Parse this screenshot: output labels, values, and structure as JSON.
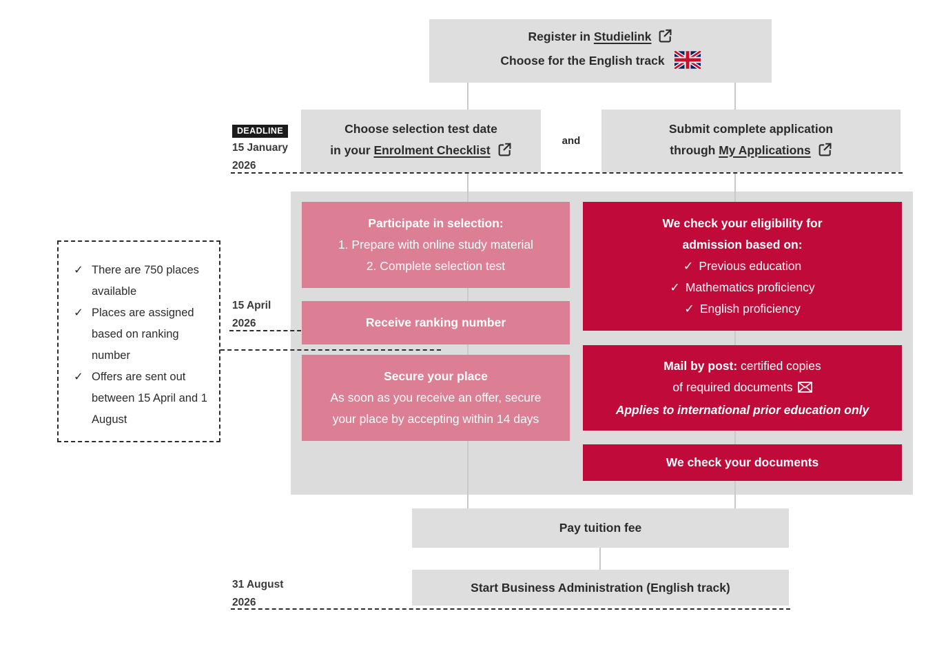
{
  "glyphs": {
    "check": "✓"
  },
  "colors": {
    "crimson": "#bf0a3a",
    "pink": "#dc7e94",
    "gray_box": "#dedede",
    "container_gray": "#dcdcdc"
  },
  "top_box": {
    "line1_prefix": "Register in ",
    "line1_link": "Studielink",
    "line2": "Choose for the English track"
  },
  "deadline": {
    "badge": "DEADLINE",
    "date_line1": "15 January",
    "date_line2": "2026"
  },
  "step_test": {
    "line1": "Choose selection test date",
    "line2_prefix": "in your ",
    "line2_link": "Enrolment Checklist"
  },
  "and_label": "and",
  "step_apply": {
    "line1": "Submit complete application",
    "line2_prefix": "through ",
    "line2_link": "My Applications"
  },
  "participate": {
    "title": "Participate in selection:",
    "line1": "1. Prepare with online study material",
    "line2": "2. Complete selection test"
  },
  "ranking": {
    "title": "Receive ranking number"
  },
  "secure": {
    "title": "Secure your place",
    "line1": "As soon as you receive an offer, secure",
    "line2": "your place by accepting within 14 days"
  },
  "eligibility": {
    "title_line1": "We check your eligibility for",
    "title_line2": "admission based on:",
    "items": [
      "Previous education",
      "Mathematics proficiency",
      "English proficiency"
    ]
  },
  "mail": {
    "bold": "Mail by post:",
    "rest": " certified copies",
    "line2": "of required documents",
    "note": "Applies to international prior education only"
  },
  "docs_check": {
    "title": "We check your documents"
  },
  "april_label": {
    "line1": "15 April",
    "line2": "2026"
  },
  "annotation": {
    "items": [
      "There are 750 places available",
      "Places are assigned based on ranking number",
      "Offers are sent out between 15 April and 1 August"
    ]
  },
  "pay": {
    "title": "Pay tuition fee"
  },
  "august_label": {
    "line1": "31 August",
    "line2": "2026"
  },
  "start": {
    "title": "Start Business Administration (English track)"
  }
}
